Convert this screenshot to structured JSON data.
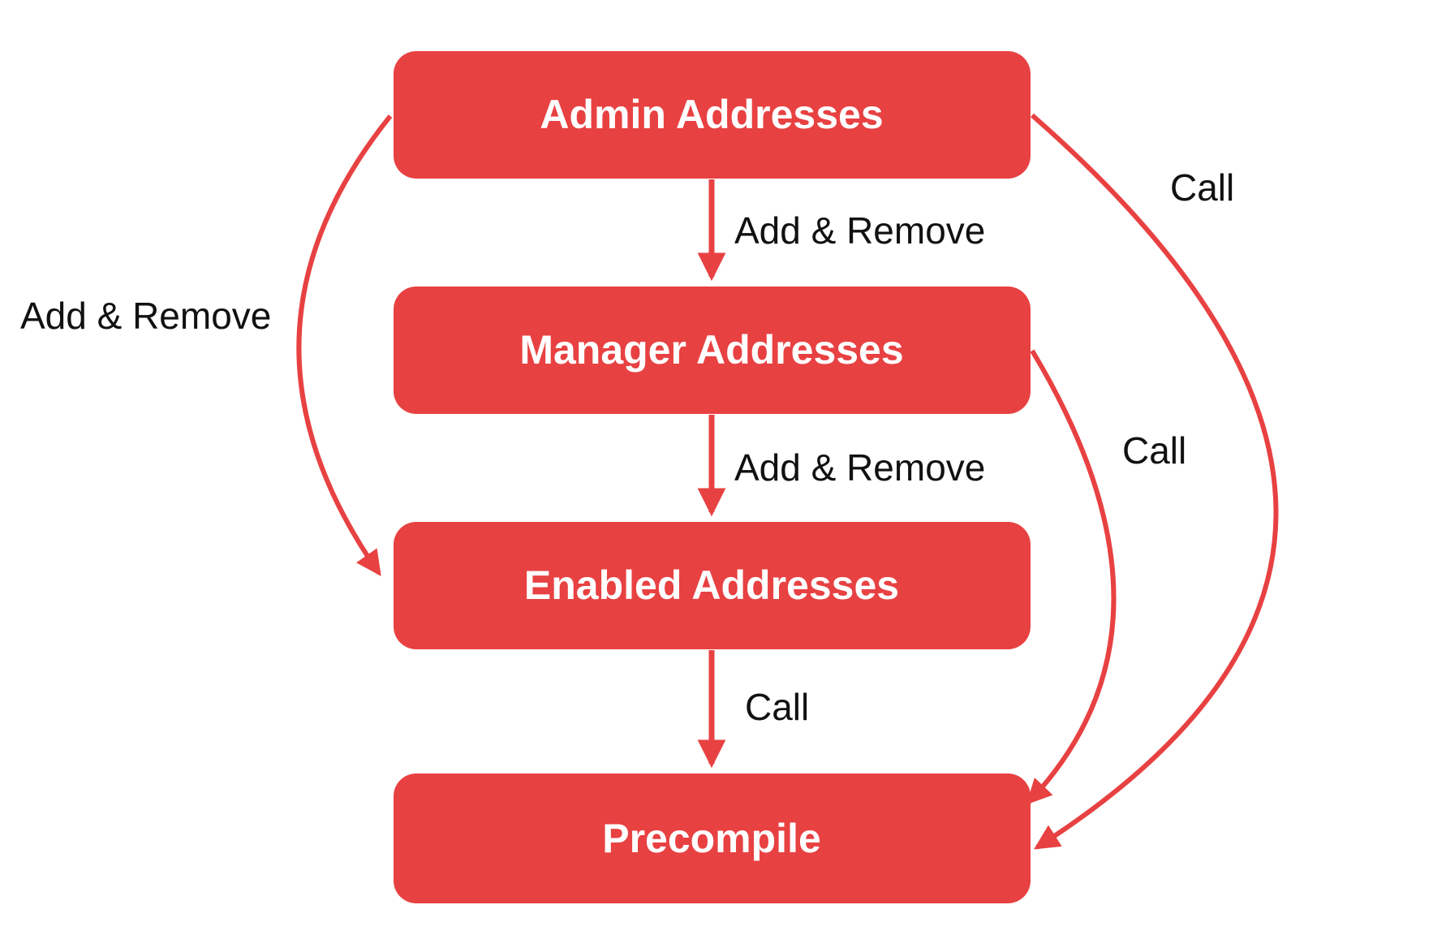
{
  "diagram": {
    "background_color": "#ffffff",
    "accent_red": "#e84142",
    "label_text_color": "#111111",
    "node_text_color": "#ffffff",
    "nodes": [
      {
        "id": "admin",
        "label": "Admin Addresses"
      },
      {
        "id": "manager",
        "label": "Manager Addresses"
      },
      {
        "id": "enabled",
        "label": "Enabled Addresses"
      },
      {
        "id": "precompile",
        "label": "Precompile"
      }
    ],
    "edges": [
      {
        "from": "admin",
        "to": "manager",
        "label": "Add & Remove"
      },
      {
        "from": "admin",
        "to": "enabled",
        "label": "Add & Remove"
      },
      {
        "from": "manager",
        "to": "enabled",
        "label": "Add & Remove"
      },
      {
        "from": "enabled",
        "to": "precompile",
        "label": "Call"
      },
      {
        "from": "admin",
        "to": "precompile",
        "label": "Call"
      },
      {
        "from": "manager",
        "to": "precompile",
        "label": "Call"
      }
    ]
  }
}
